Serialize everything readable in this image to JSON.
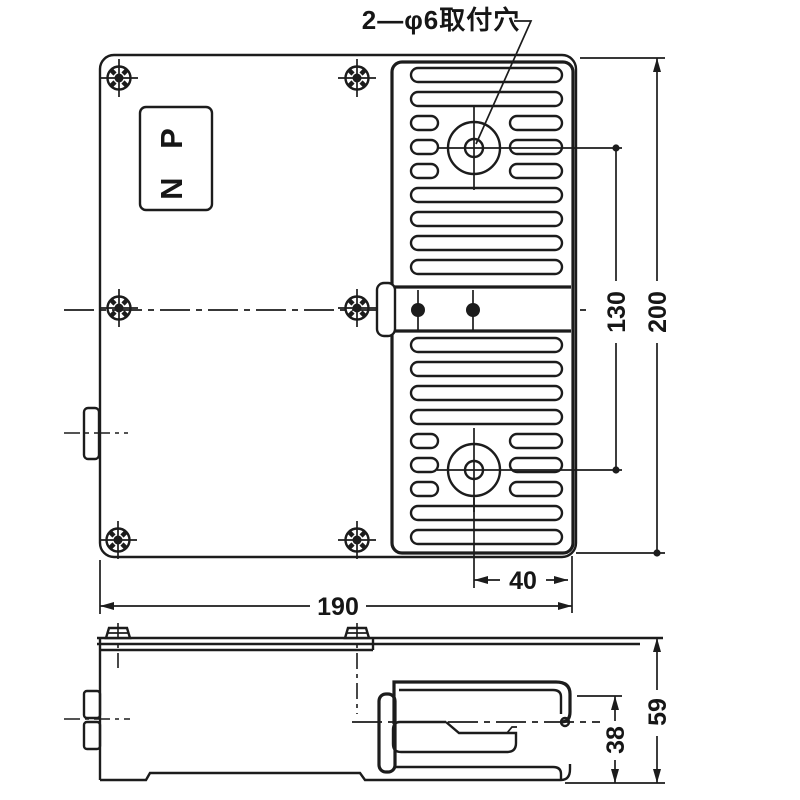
{
  "drawing": {
    "type": "technical-drawing-foot-switch",
    "views": [
      "top-view",
      "side-view"
    ],
    "callout_label": "2—φ6取付穴",
    "plate_label": "N P",
    "dimensions": {
      "hole_spacing": "130",
      "body_height": "200",
      "hole_to_edge": "40",
      "body_width": "190",
      "overall_height": "59",
      "pedal_height": "38"
    },
    "colors": {
      "line": "#1c1c1c",
      "background": "#ffffff"
    }
  }
}
